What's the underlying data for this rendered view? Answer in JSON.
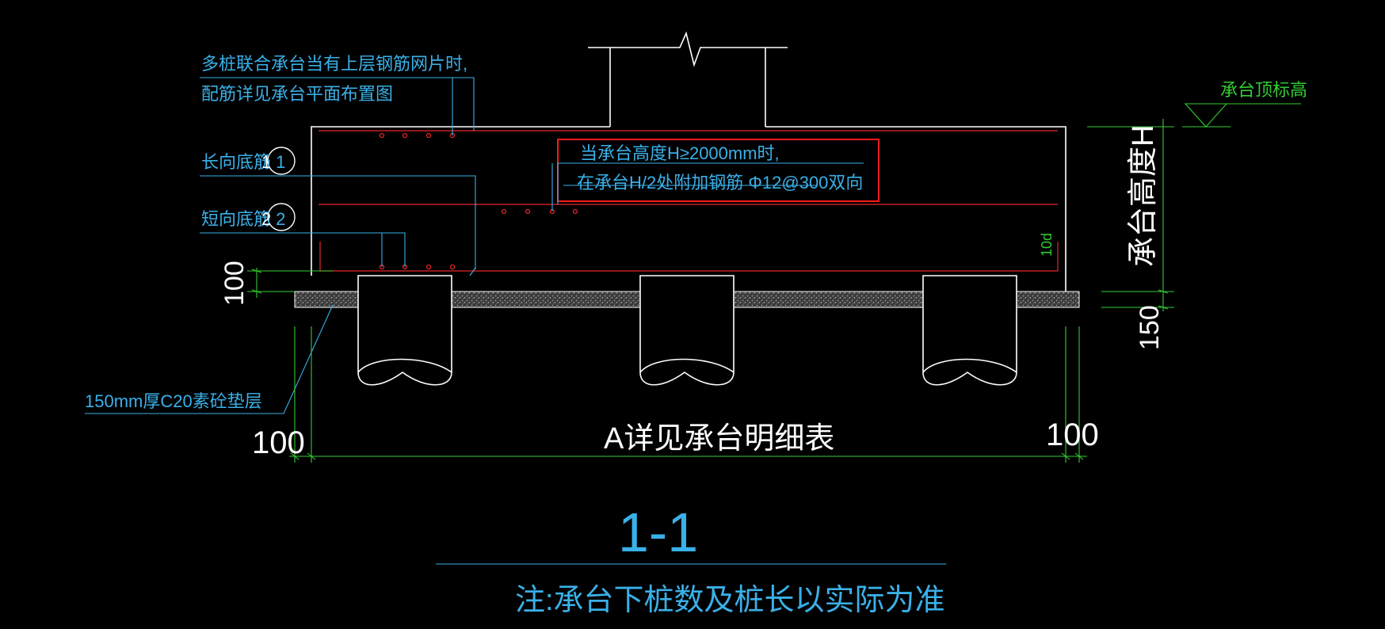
{
  "colors": {
    "background": "#000000",
    "outline": "#ffffff",
    "rebar": "#e8262a",
    "leader": "#3ab0e8",
    "dimension": "#33cc33",
    "highlight_box": "#ff1a1a",
    "gravel_fill": "#8a8a8a"
  },
  "annotations": {
    "top_mesh_line1": "多桩联合承台当有上层钢筋网片时,",
    "top_mesh_line2": "配筋详见承台平面布置图",
    "long_bottom_bar": "长向底筋 1",
    "short_bottom_bar": "短向底筋 2",
    "extra_bar_line1": "当承台高度H≥2000mm时,",
    "extra_bar_line2": "在承台H/2处附加钢筋 Φ12@300双向",
    "hook_length": "10d",
    "cushion": "150mm厚C20素砼垫层",
    "top_elevation": "承台顶标高",
    "cap_height": "承台高度H",
    "dim_100_left_vertical": "100",
    "dim_150_right_vertical": "150",
    "dim_100_left_bottom": "100",
    "dim_100_right_bottom": "100",
    "width_note": "A详见承台明细表",
    "section_title": "1-1",
    "footnote": "注:承台下桩数及桩长以实际为准"
  }
}
